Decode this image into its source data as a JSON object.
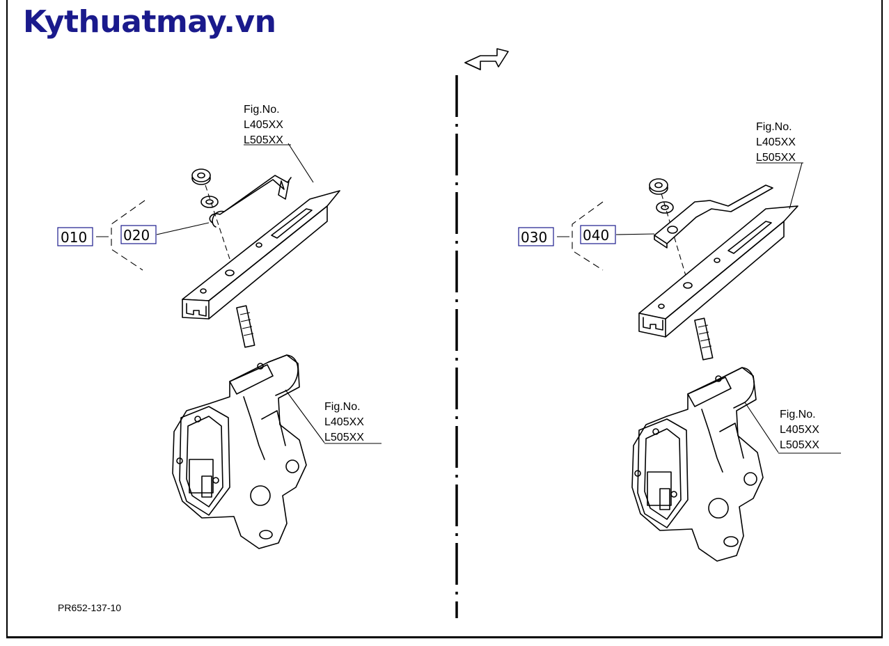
{
  "watermark": "Kythuatmay.vn",
  "drawing_code": "PR652-137-10",
  "left_panel": {
    "group_ref": "010",
    "part_ref": "020",
    "fig_top": [
      "Fig.No.",
      "L405XX",
      "L505XX"
    ],
    "fig_bottom": [
      "Fig.No.",
      "L405XX",
      "L505XX"
    ]
  },
  "right_panel": {
    "group_ref": "030",
    "part_ref": "040",
    "fig_top": [
      "Fig.No.",
      "L405XX",
      "L505XX"
    ],
    "fig_bottom": [
      "Fig.No.",
      "L405XX",
      "L505XX"
    ]
  },
  "icons": {
    "next_arrow": "arrow-right-icon"
  }
}
